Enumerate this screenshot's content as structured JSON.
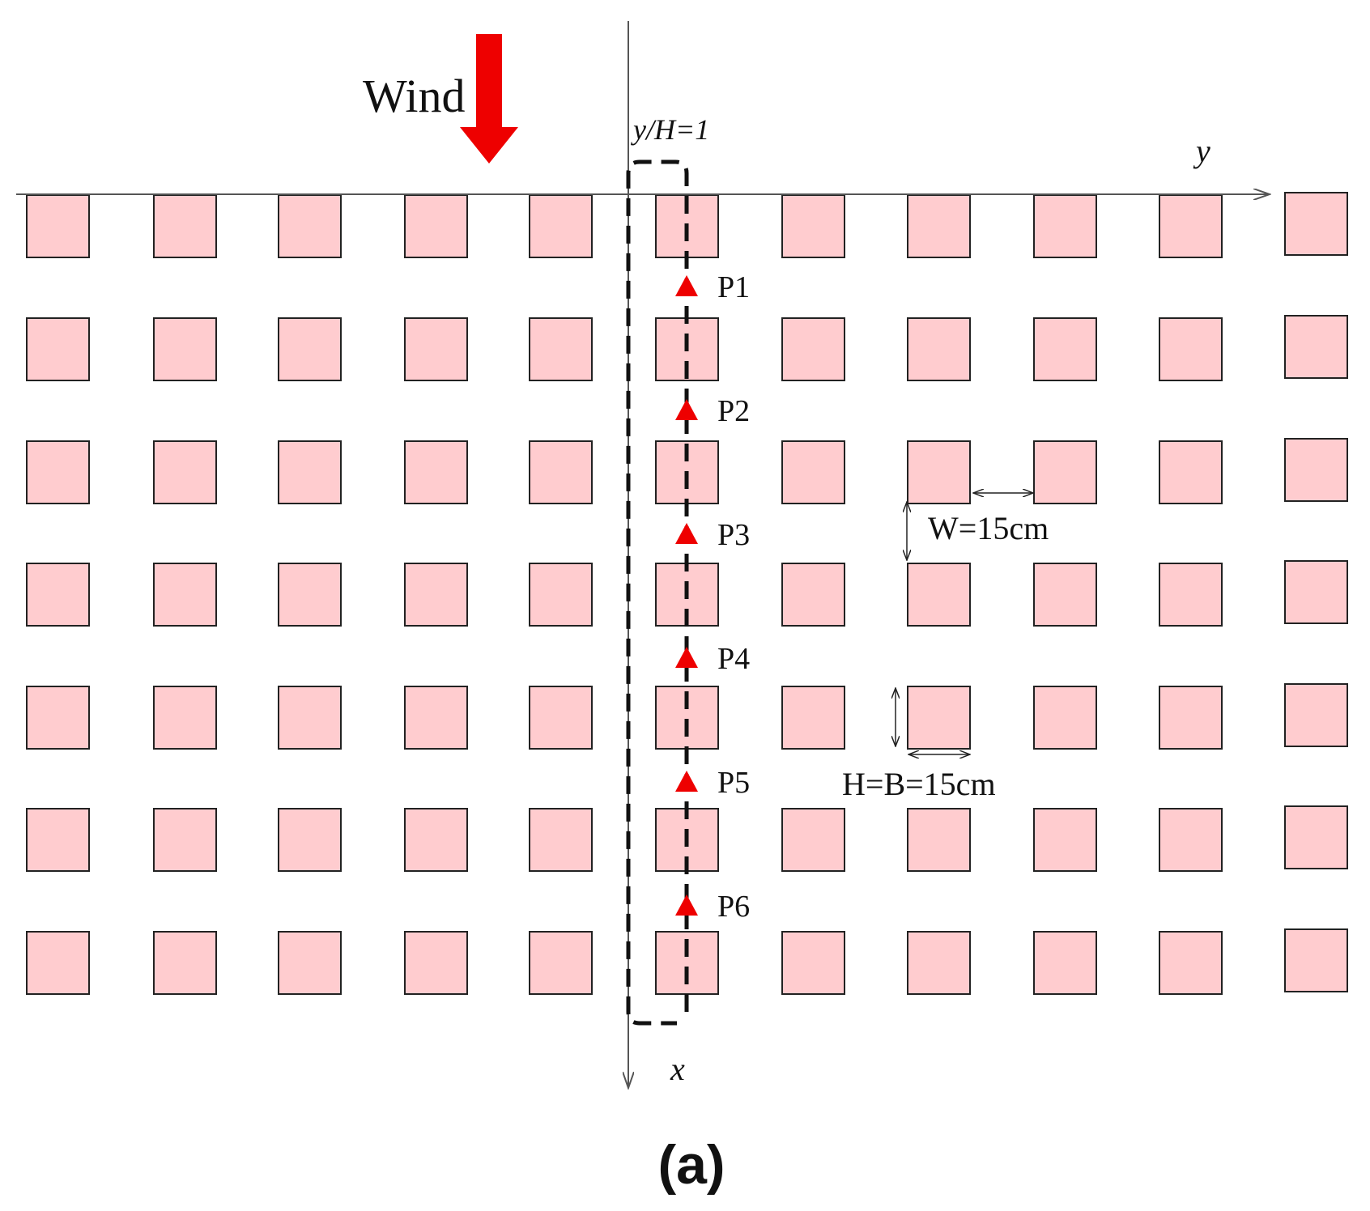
{
  "labels": {
    "wind": "Wind",
    "line_label": "y/H=1",
    "y_axis": "y",
    "x_axis": "x",
    "spacing": "W=15cm",
    "size": "H=B=15cm",
    "panel": "(a)"
  },
  "points": [
    "P1",
    "P2",
    "P3",
    "P4",
    "P5",
    "P6"
  ],
  "grid": {
    "rows": 7,
    "cols": 11
  },
  "colors": {
    "building_fill": "#ffcccf",
    "building_stroke": "#222222",
    "accent": "#ee0000",
    "axis": "#555555"
  }
}
